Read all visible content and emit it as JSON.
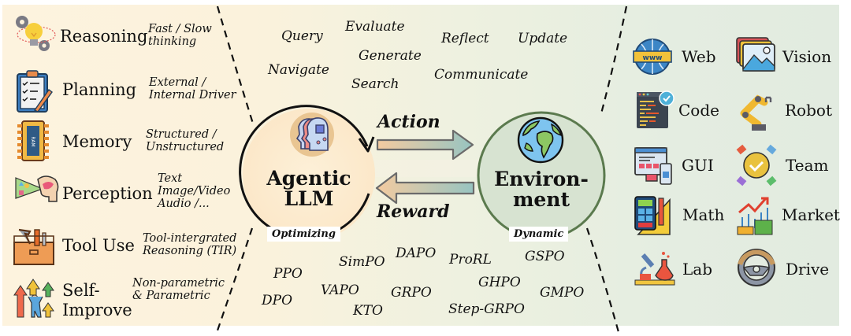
{
  "capabilities": [
    {
      "label": "Reasoning",
      "desc": [
        "Fast / Slow",
        "thinking"
      ],
      "icon": "lightbulb-gears-icon"
    },
    {
      "label": "Planning",
      "desc": [
        "External /",
        "Internal Driver"
      ],
      "icon": "clipboard-checklist-icon"
    },
    {
      "label": "Memory",
      "desc": [
        "Structured /",
        "Unstructured"
      ],
      "icon": "ram-chip-icon"
    },
    {
      "label": "Perception",
      "desc": [
        "Text",
        "Image/Video",
        "Audio /..."
      ],
      "icon": "eye-head-perception-icon"
    },
    {
      "label": "Tool Use",
      "desc": [
        "Tool-intergrated",
        "Reasoning (TIR)"
      ],
      "icon": "toolbox-icon"
    },
    {
      "label": [
        "Self-",
        "Improve"
      ],
      "desc": [
        "Non-parametric",
        "& Parametric"
      ],
      "icon": "upward-arrows-person-icon"
    }
  ],
  "actions": [
    "Query",
    "Evaluate",
    "Reflect",
    "Update",
    "Generate",
    "Navigate",
    "Search",
    "Communicate"
  ],
  "agent": {
    "title": [
      "Agentic",
      "LLM"
    ],
    "tag": "Optimizing",
    "icon": "ai-head-chip-icon"
  },
  "environment": {
    "title": [
      "Environ-",
      "ment"
    ],
    "tag": "Dynamic",
    "icon": "globe-icon"
  },
  "arrows": {
    "action": "Action",
    "reward": "Reward"
  },
  "algorithms": [
    "DAPO",
    "SimPO",
    "ProRL",
    "GSPO",
    "PPO",
    "GHPO",
    "VAPO",
    "GRPO",
    "GMPO",
    "DPO",
    "KTO",
    "Step-GRPO"
  ],
  "environments": [
    {
      "label": "Web",
      "icon": "www-globe-icon"
    },
    {
      "label": "Vision",
      "icon": "image-gallery-icon"
    },
    {
      "label": "Code",
      "icon": "code-editor-check-icon"
    },
    {
      "label": "Robot",
      "icon": "robot-arm-icon"
    },
    {
      "label": "GUI",
      "icon": "desktop-mobile-gui-icon"
    },
    {
      "label": "Team",
      "icon": "team-hands-check-icon"
    },
    {
      "label": "Math",
      "icon": "calculator-ruler-icon"
    },
    {
      "label": "Market",
      "icon": "market-chart-coins-icon"
    },
    {
      "label": "Lab",
      "icon": "microscope-flask-icon"
    },
    {
      "label": "Drive",
      "icon": "steering-wheel-icon"
    }
  ],
  "colors": {
    "bg_left": "#fdf3de",
    "bg_right": "#e2ebe0",
    "agent_fill": "#fbe9cc",
    "env_fill": "#d6e3d0",
    "env_stroke": "#5b7a4e",
    "arrow_start": "#f2c9a0",
    "arrow_end": "#9cc6c2"
  }
}
